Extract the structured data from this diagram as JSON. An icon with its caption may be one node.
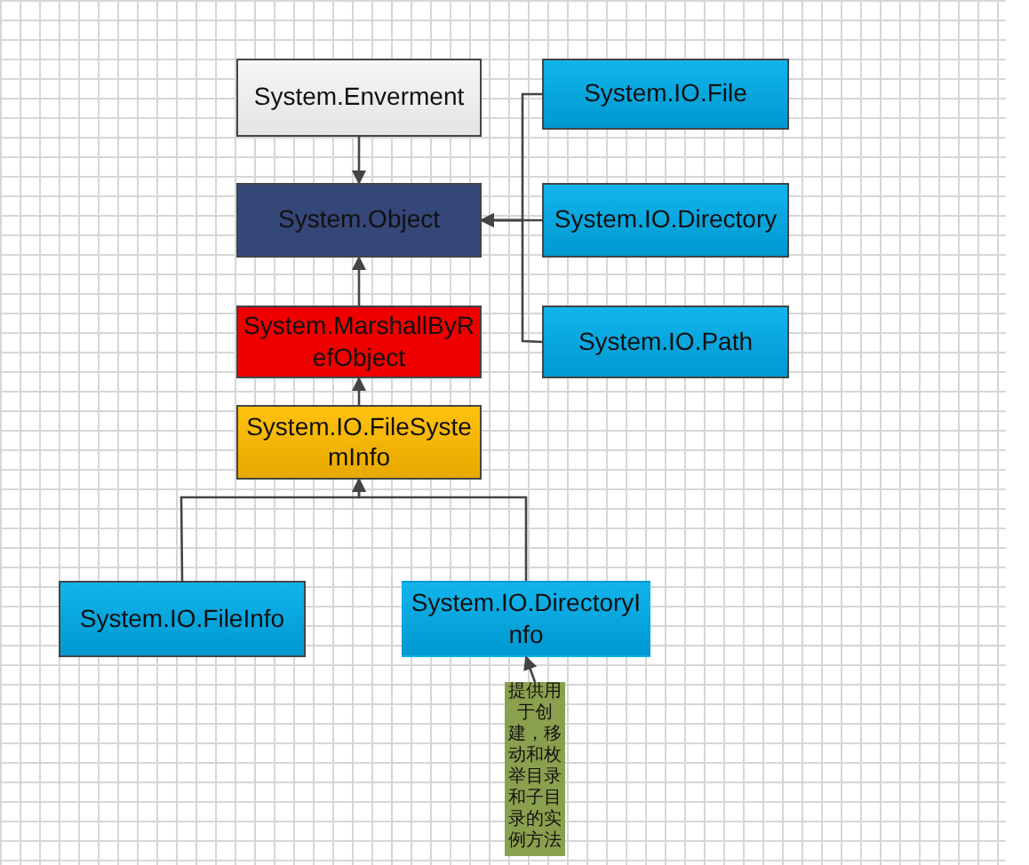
{
  "diagram": {
    "nodes": [
      {
        "text": [
          "System.Enverment"
        ]
      },
      {
        "text": [
          "System.IO.File"
        ]
      },
      {
        "text": [
          "System.Object"
        ]
      },
      {
        "text": [
          "System.IO.Directory"
        ]
      },
      {
        "text": [
          "System.MarshallByRefObject"
        ]
      },
      {
        "text": [
          "System.IO.Path"
        ]
      },
      {
        "text": [
          "System.IO.FileSystemInfo"
        ]
      },
      {
        "text": [
          "System.IO.FileInfo"
        ]
      },
      {
        "text": [
          "System.IO.DirectoryInfo"
        ]
      },
      {
        "text": [
          "提供用于创建，移动和枚举目录和子目录的实例方法"
        ]
      }
    ],
    "edges": [
      {
        "from": 0,
        "to": 2,
        "arrow": "to"
      },
      {
        "from": 1,
        "to": 2,
        "arrow": "to"
      },
      {
        "from": 3,
        "to": 2,
        "arrow": "to"
      },
      {
        "from": 5,
        "to": 2,
        "arrow": "to"
      },
      {
        "from": 4,
        "to": 2,
        "arrow": "to"
      },
      {
        "from": 6,
        "to": 4,
        "arrow": "to"
      },
      {
        "from": 7,
        "to": 6,
        "arrow": "to"
      },
      {
        "from": 8,
        "to": 6,
        "arrow": "to"
      },
      {
        "from": 9,
        "to": 8,
        "arrow": "to"
      }
    ]
  }
}
